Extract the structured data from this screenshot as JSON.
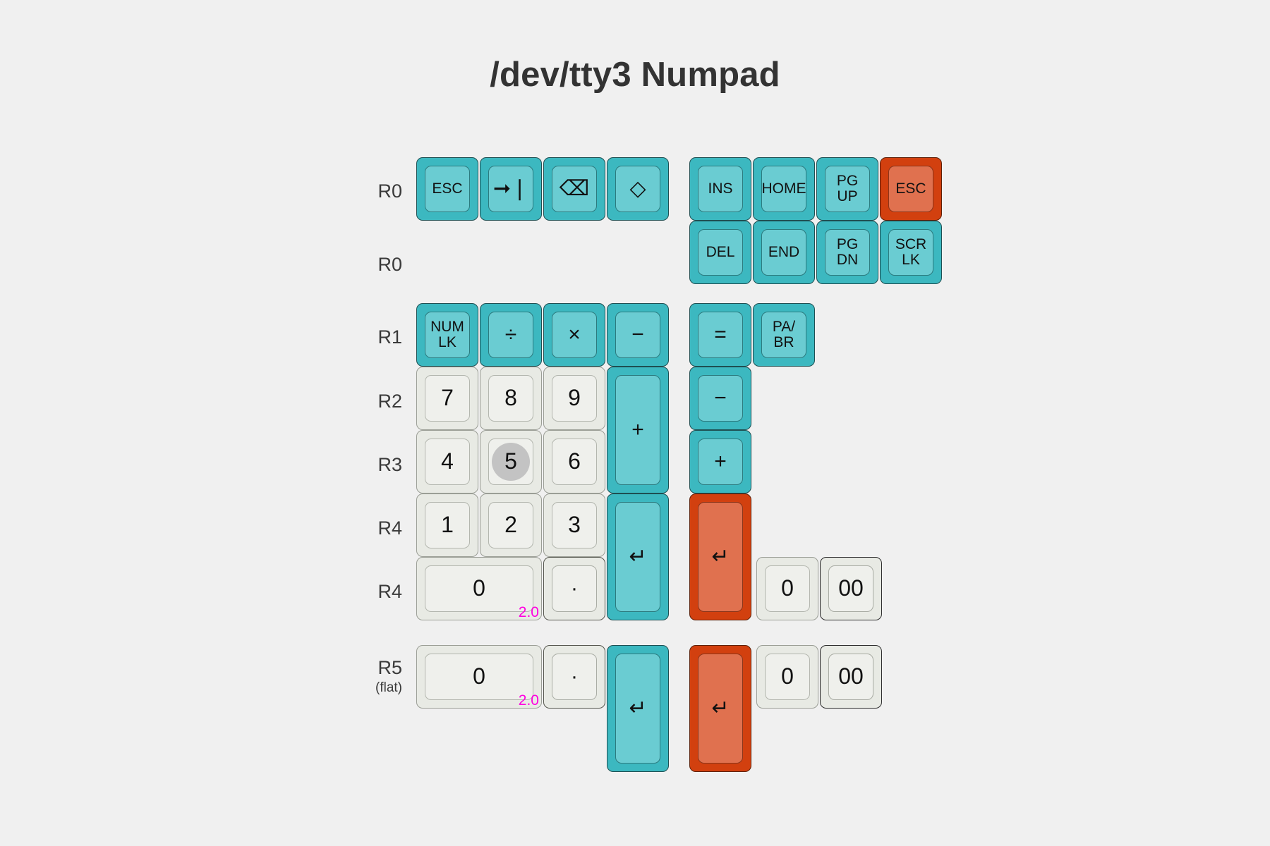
{
  "page": {
    "title": "/dev/tty3 Numpad",
    "background": "#f0f0f0",
    "title_color": "#333333"
  },
  "colors": {
    "teal_outer": "#3cb8c0",
    "teal_inner": "#6accd2",
    "red_outer": "#d2400f",
    "red_inner": "#e0714f",
    "light_outer": "#e8eae4",
    "light_inner": "#eff0ec",
    "homing_dot": "#c3c3c3",
    "unit_label": "#ff00e0"
  },
  "row_labels": [
    {
      "id": "r0a",
      "text": "R0",
      "sub": ""
    },
    {
      "id": "r0b",
      "text": "R0",
      "sub": ""
    },
    {
      "id": "r1",
      "text": "R1",
      "sub": ""
    },
    {
      "id": "r2",
      "text": "R2",
      "sub": ""
    },
    {
      "id": "r3",
      "text": "R3",
      "sub": ""
    },
    {
      "id": "r4a",
      "text": "R4",
      "sub": ""
    },
    {
      "id": "r4b",
      "text": "R4",
      "sub": ""
    },
    {
      "id": "r5",
      "text": "R5",
      "sub": "(flat)"
    }
  ],
  "keys": [
    {
      "id": "k-esc-r0",
      "label": "ESC",
      "style": "teal",
      "size": "1u"
    },
    {
      "id": "k-tab",
      "label": "⮕|",
      "style": "teal",
      "size": "1u"
    },
    {
      "id": "k-backspace",
      "label": "⌫",
      "style": "teal",
      "size": "1u"
    },
    {
      "id": "k-diamond",
      "label": "◇",
      "style": "teal",
      "size": "1u"
    },
    {
      "id": "k-ins",
      "label": "INS",
      "style": "teal",
      "size": "1u"
    },
    {
      "id": "k-home",
      "label": "HOME",
      "style": "teal",
      "size": "1u"
    },
    {
      "id": "k-pgup",
      "label": "PG\nUP",
      "style": "teal",
      "size": "1u"
    },
    {
      "id": "k-esc-red",
      "label": "ESC",
      "style": "red",
      "size": "1u"
    },
    {
      "id": "k-del",
      "label": "DEL",
      "style": "teal",
      "size": "1u"
    },
    {
      "id": "k-end",
      "label": "END",
      "style": "teal",
      "size": "1u"
    },
    {
      "id": "k-pgdn",
      "label": "PG\nDN",
      "style": "teal",
      "size": "1u"
    },
    {
      "id": "k-scrlk",
      "label": "SCR\nLK",
      "style": "teal",
      "size": "1u"
    },
    {
      "id": "k-numlk",
      "label": "NUM\nLK",
      "style": "teal",
      "size": "1u"
    },
    {
      "id": "k-divide",
      "label": "÷",
      "style": "teal",
      "size": "1u"
    },
    {
      "id": "k-multiply",
      "label": "×",
      "style": "teal",
      "size": "1u"
    },
    {
      "id": "k-minus-top",
      "label": "−",
      "style": "teal",
      "size": "1u"
    },
    {
      "id": "k-equals",
      "label": "=",
      "style": "teal",
      "size": "1u"
    },
    {
      "id": "k-pabr",
      "label": "PA/\nBR",
      "style": "teal",
      "size": "1u"
    },
    {
      "id": "k-7",
      "label": "7",
      "style": "light",
      "size": "1u"
    },
    {
      "id": "k-8",
      "label": "8",
      "style": "light",
      "size": "1u"
    },
    {
      "id": "k-9",
      "label": "9",
      "style": "light",
      "size": "1u"
    },
    {
      "id": "k-plus-tall",
      "label": "+",
      "style": "teal",
      "size": "2u-v"
    },
    {
      "id": "k-minus-side",
      "label": "−",
      "style": "teal",
      "size": "1u"
    },
    {
      "id": "k-4",
      "label": "4",
      "style": "light",
      "size": "1u"
    },
    {
      "id": "k-5",
      "label": "5",
      "style": "light",
      "size": "1u",
      "homing": true
    },
    {
      "id": "k-6",
      "label": "6",
      "style": "light",
      "size": "1u"
    },
    {
      "id": "k-plus-side",
      "label": "+",
      "style": "teal",
      "size": "1u"
    },
    {
      "id": "k-1",
      "label": "1",
      "style": "light",
      "size": "1u"
    },
    {
      "id": "k-2",
      "label": "2",
      "style": "light",
      "size": "1u"
    },
    {
      "id": "k-3",
      "label": "3",
      "style": "light",
      "size": "1u"
    },
    {
      "id": "k-enter-teal",
      "label": "↵",
      "style": "teal",
      "size": "2u-v"
    },
    {
      "id": "k-enter-red",
      "label": "↵",
      "style": "red",
      "size": "2u-v"
    },
    {
      "id": "k-0-wide-r4",
      "label": "0",
      "style": "light",
      "size": "2u",
      "unit": "2.0"
    },
    {
      "id": "k-dot-r4",
      "label": "·",
      "style": "light",
      "size": "1u"
    },
    {
      "id": "k-0-right-r4",
      "label": "0",
      "style": "light",
      "size": "1u"
    },
    {
      "id": "k-00-right-r4",
      "label": "00",
      "style": "light",
      "size": "1u"
    },
    {
      "id": "k-0-wide-r5",
      "label": "0",
      "style": "light",
      "size": "2u",
      "unit": "2.0"
    },
    {
      "id": "k-dot-r5",
      "label": "·",
      "style": "light",
      "size": "1u"
    },
    {
      "id": "k-enter-teal-r5",
      "label": "↵",
      "style": "teal",
      "size": "2u-v"
    },
    {
      "id": "k-enter-red-r5",
      "label": "↵",
      "style": "red",
      "size": "2u-v"
    },
    {
      "id": "k-0-right-r5",
      "label": "0",
      "style": "light",
      "size": "1u"
    },
    {
      "id": "k-00-right-r5",
      "label": "00",
      "style": "light",
      "size": "1u"
    }
  ],
  "labels": {
    "esc": "ESC",
    "tab_icon": "➔❘",
    "backspace_icon": "⌫",
    "diamond_icon": "◇",
    "ins": "INS",
    "home": "HOME",
    "pgup_line1": "PG",
    "pgup_line2": "UP",
    "del": "DEL",
    "end": "END",
    "pgdn_line1": "PG",
    "pgdn_line2": "DN",
    "scrlk_line1": "SCR",
    "scrlk_line2": "LK",
    "numlk_line1": "NUM",
    "numlk_line2": "LK",
    "divide": "÷",
    "multiply": "×",
    "minus": "−",
    "plus": "+",
    "equals": "=",
    "pabr_line1": "PA/",
    "pabr_line2": "BR",
    "enter_icon": "↵",
    "n0": "0",
    "n00": "00",
    "n1": "1",
    "n2": "2",
    "n3": "3",
    "n4": "4",
    "n5": "5",
    "n6": "6",
    "n7": "7",
    "n8": "8",
    "n9": "9",
    "dot": "·",
    "unit_2u": "2.0"
  }
}
